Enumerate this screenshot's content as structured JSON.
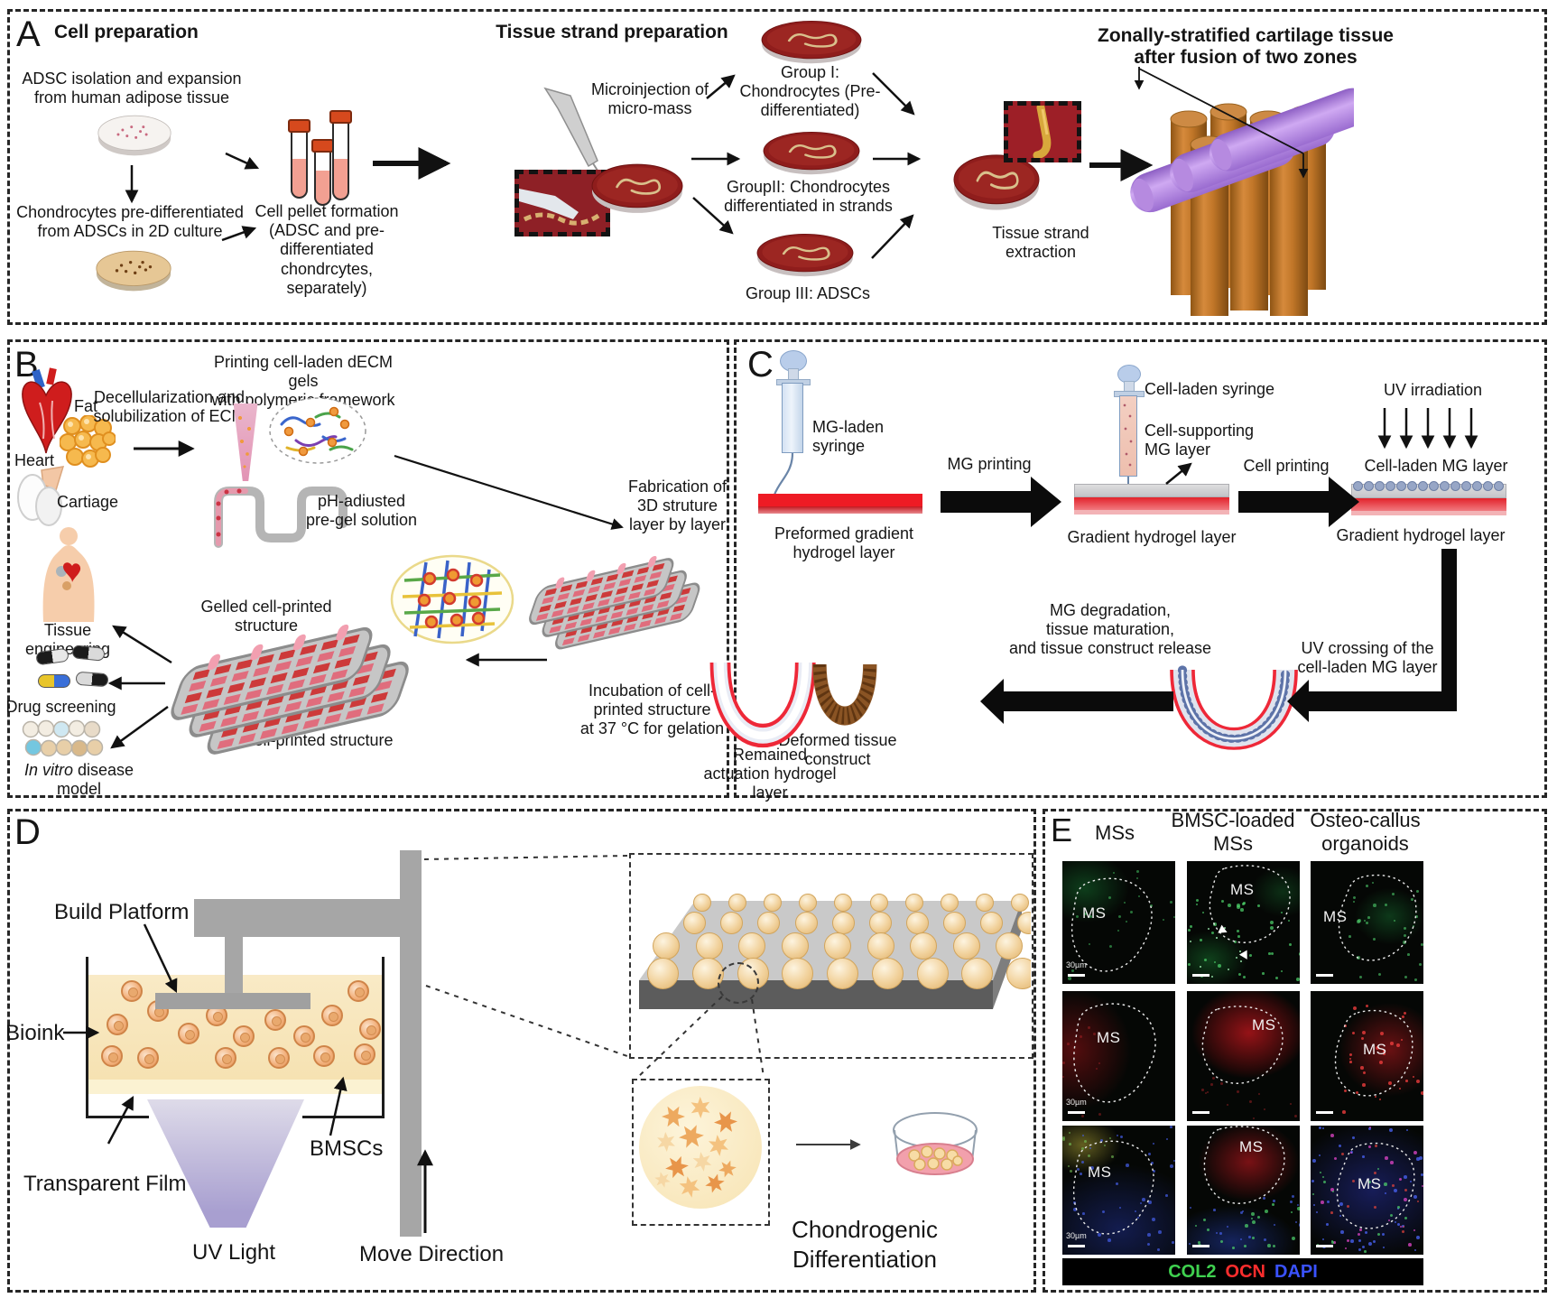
{
  "panelA": {
    "label": "A",
    "title": "Cell preparation",
    "strand_title": "Tissue strand preparation",
    "adsc_isolation": "ADSC isolation and expansion\nfrom human adipose tissue",
    "chondrocytes_prediff": "Chondrocytes pre-differentiated\nfrom ADSCs in 2D culture",
    "cell_pellet": "Cell pellet formation\n(ADSC and pre-\ndifferentiated\nchondrcytes,\nseparately)",
    "microinjection": "Microinjection of\nmicro-mass",
    "group1": "Group I:\nChondrocytes (Pre-\ndifferentiated)",
    "group2": "GroupII: Chondrocytes\ndifferentiated in strands",
    "group3": "Group III: ADSCs",
    "extraction": "Tissue strand extraction",
    "zonal_title": "Zonally-stratified cartilage tissue\nafter fusion of two zones"
  },
  "panelB": {
    "label": "B",
    "organ_heart": "Heart",
    "organ_fat": "Fat",
    "organ_cartilage": "Cartiage",
    "decell": "Decellularization and\nsolubilization of ECM",
    "printing": "Printing cell-laden dECM gels\nwith polymeric framework",
    "ph": "pH-adiusted\npre-gel solution",
    "fabrication": "Fabrication of\n3D struture\nlayer by layer",
    "gelled": "Gelled cell-printed\nstructure",
    "tissue_eng": "Tissue engineering",
    "drug": "Drug screening",
    "invitro_italic": "In vitro",
    "invitro_rest": " disease model",
    "printed3d": "3D cell-printed structure",
    "incubation": "Incubation of cell-\nprinted structure\nat 37 °C for gelation"
  },
  "panelC": {
    "label": "C",
    "mg_syringe": "MG-laden\nsyringe",
    "mg_printing": "MG printing",
    "preformed": "Preformed gradient\nhydrogel layer",
    "cell_syringe": "Cell-laden syringe",
    "cell_supporting": "Cell-supporting\nMG layer",
    "cell_printing": "Cell printing",
    "gradient1": "Gradient hydrogel layer",
    "uv_irradiation": "UV irradiation",
    "cell_laden_mg": "Cell-laden MG layer",
    "gradient2": "Gradient hydrogel layer",
    "uv_crossing": "UV crossing of the\ncell-laden MG layer",
    "mg_degradation": "MG degradation,\ntissue maturation,\nand tissue construct release",
    "plus": "+",
    "remained": "Remained\nactuation hydrogel layer",
    "deformed": "Deformed tissue\nconstruct"
  },
  "panelD": {
    "label": "D",
    "build_platform": "Build Platform",
    "bioink": "Bioink",
    "transparent_film": "Transparent Film",
    "uv_light": "UV Light",
    "bmscs": "BMSCs",
    "move_direction": "Move Direction",
    "chondrogenic": "Chondrogenic\nDifferentiation"
  },
  "panelE": {
    "label": "E",
    "col1": "MSs",
    "col2": "BMSC-loaded\nMSs",
    "col3": "Osteo-callus\norganoids",
    "ms": "MS",
    "scale": "30µm",
    "legend": [
      {
        "label": "COL2",
        "color": "#3fd14f"
      },
      {
        "label": "OCN",
        "color": "#ff2d2d"
      },
      {
        "label": "DAPI",
        "color": "#3a52ff"
      }
    ]
  }
}
